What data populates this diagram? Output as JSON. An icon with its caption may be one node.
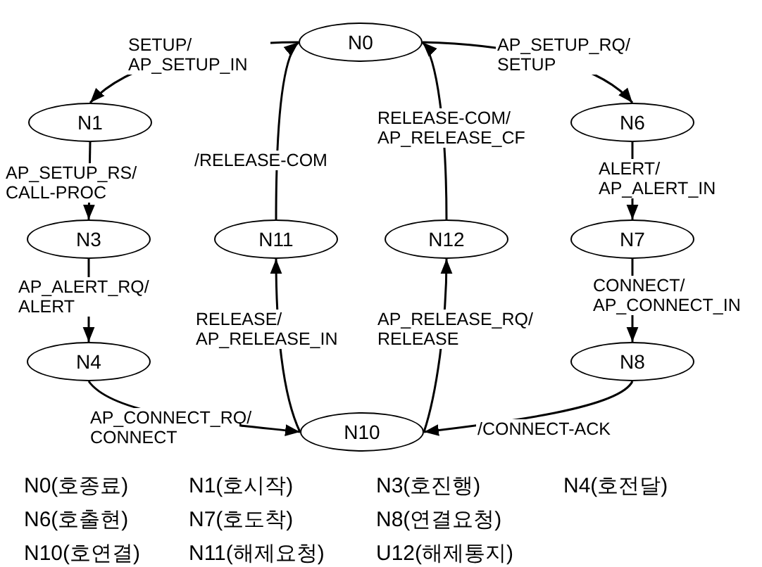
{
  "diagram": {
    "nodes": [
      {
        "text": [
          "N0"
        ]
      },
      {
        "text": [
          "N1"
        ]
      },
      {
        "text": [
          "N3"
        ]
      },
      {
        "text": [
          "N4"
        ]
      },
      {
        "text": [
          "N11"
        ]
      },
      {
        "text": [
          "N12"
        ]
      },
      {
        "text": [
          "N6"
        ]
      },
      {
        "text": [
          "N7"
        ]
      },
      {
        "text": [
          "N8"
        ]
      },
      {
        "text": [
          "N10"
        ]
      }
    ],
    "edges": [
      {
        "from": 0,
        "to": 1,
        "arrow": "to",
        "label": "SETUP/ AP_SETUP_IN"
      },
      {
        "from": 1,
        "to": 2,
        "arrow": "to",
        "label": "AP_SETUP_RS/ CALL-PROC"
      },
      {
        "from": 2,
        "to": 3,
        "arrow": "to",
        "label": "AP_ALERT_RQ/ ALERT"
      },
      {
        "from": 3,
        "to": 9,
        "arrow": "to",
        "label": "AP_CONNECT_RQ/ CONNECT"
      },
      {
        "from": 9,
        "to": 4,
        "arrow": "to",
        "label": "RELEASE/ AP_RELEASE_IN"
      },
      {
        "from": 4,
        "to": 0,
        "arrow": "to",
        "label": "/RELEASE-COM"
      },
      {
        "from": 0,
        "to": 6,
        "arrow": "to",
        "label": "AP_SETUP_RQ/ SETUP"
      },
      {
        "from": 6,
        "to": 7,
        "arrow": "to",
        "label": "ALERT/ AP_ALERT_IN"
      },
      {
        "from": 7,
        "to": 8,
        "arrow": "to",
        "label": "CONNECT/ AP_CONNECT_IN"
      },
      {
        "from": 8,
        "to": 9,
        "arrow": "to",
        "label": "/CONNECT-ACK"
      },
      {
        "from": 9,
        "to": 5,
        "arrow": "to",
        "label": "AP_RELEASE_RQ/ RELEASE"
      },
      {
        "from": 5,
        "to": 0,
        "arrow": "to",
        "label": "RELEASE-COM/ AP_RELEASE_CF"
      }
    ],
    "labels": [
      "N0(호종료)",
      "N1(호시작)",
      "N3(호진행)",
      "N4(호전달)",
      "N6(호출현)",
      "N7(호도착)",
      "N8(연결요청)",
      "N10(호연결)",
      "N11(해제요청)",
      "U12(해제통지)"
    ]
  }
}
